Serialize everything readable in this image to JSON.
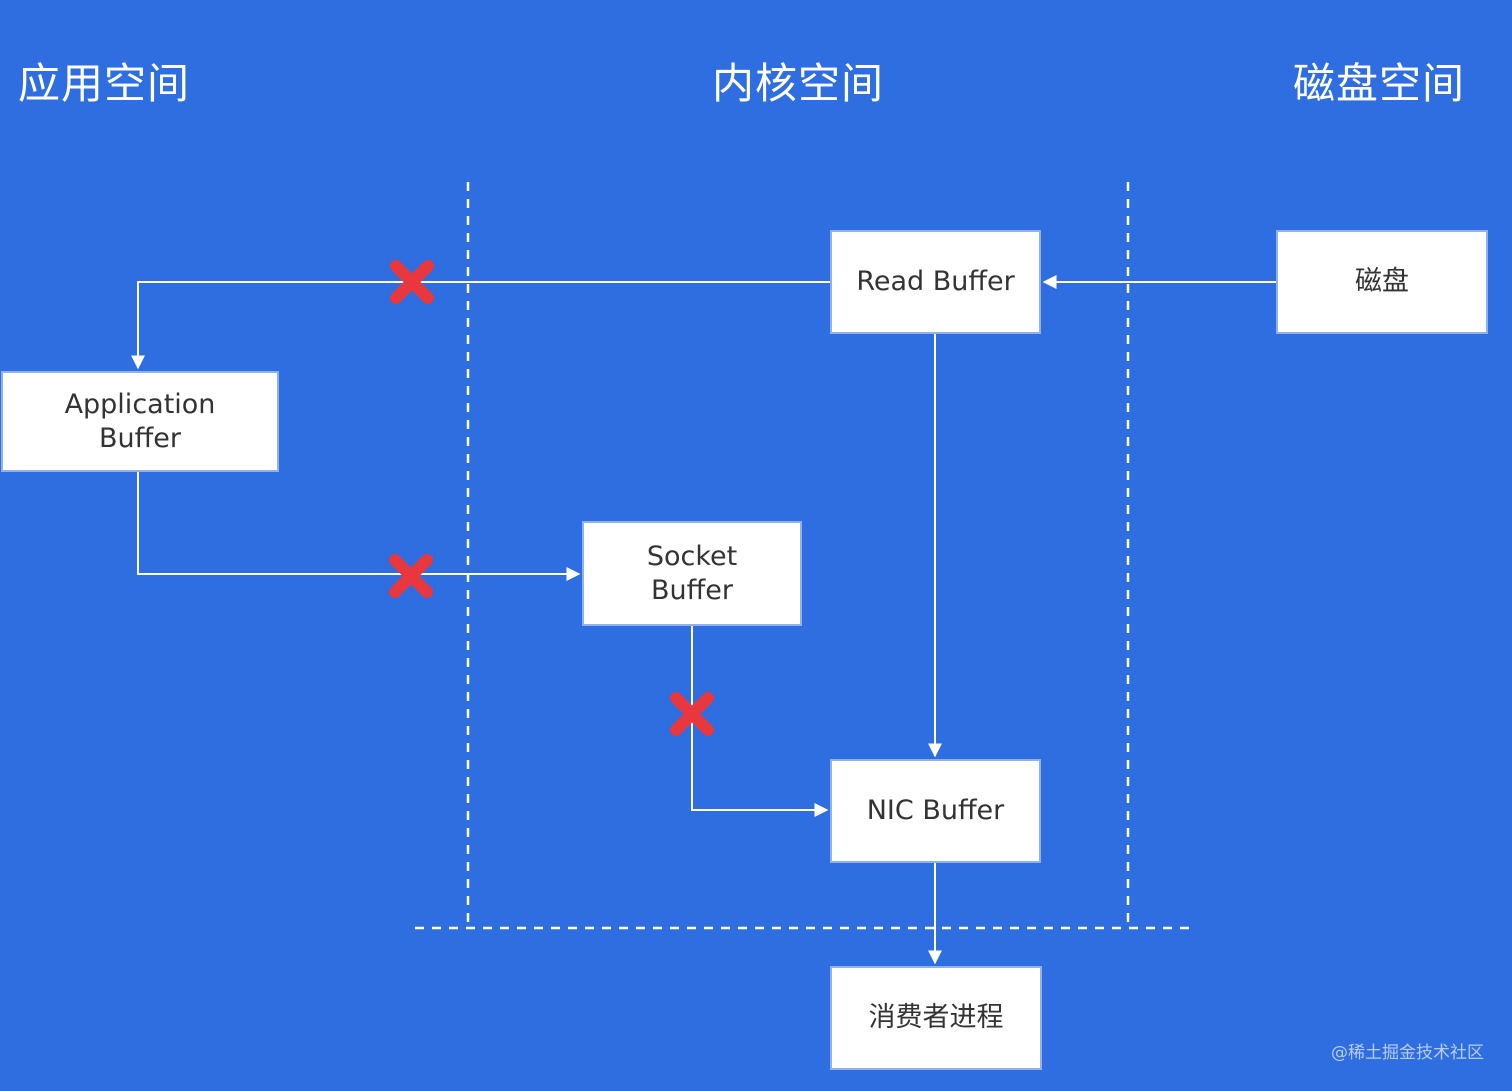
{
  "regions": {
    "application": "应用空间",
    "kernel": "内核空间",
    "disk": "磁盘空间"
  },
  "boxes": {
    "read_buffer": "Read Buffer",
    "disk": "磁盘",
    "application_buffer": "Application\nBuffer",
    "socket_buffer": "Socket\nBuffer",
    "nic_buffer": "NIC Buffer",
    "consumer_process": "消费者进程"
  },
  "watermark": "@稀土掘金技术社区",
  "colors": {
    "background": "#2e6ee0",
    "line": "#ffffff",
    "cross": "#e8383d",
    "box_fill": "#ffffff",
    "box_text": "#333333"
  },
  "icons": {
    "blocked_marker": "red-cross-icon"
  }
}
